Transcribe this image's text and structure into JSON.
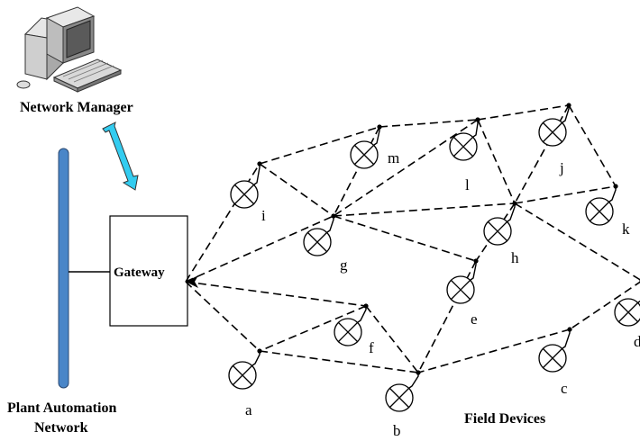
{
  "labels": {
    "network_manager": "Network Manager",
    "gateway": "Gateway",
    "plant_automation_line1": "Plant Automation",
    "plant_automation_line2": "Network",
    "field_devices": "Field Devices"
  },
  "devices": [
    {
      "id": "a",
      "label": "a"
    },
    {
      "id": "b",
      "label": "b"
    },
    {
      "id": "c",
      "label": "c"
    },
    {
      "id": "d",
      "label": "d"
    },
    {
      "id": "e",
      "label": "e"
    },
    {
      "id": "f",
      "label": "f"
    },
    {
      "id": "g",
      "label": "g"
    },
    {
      "id": "h",
      "label": "h"
    },
    {
      "id": "i",
      "label": "i"
    },
    {
      "id": "j",
      "label": "j"
    },
    {
      "id": "k",
      "label": "k"
    },
    {
      "id": "l",
      "label": "l"
    },
    {
      "id": "m",
      "label": "m"
    }
  ],
  "links": [
    [
      "gateway",
      "i"
    ],
    [
      "gateway",
      "g"
    ],
    [
      "gateway",
      "f"
    ],
    [
      "gateway",
      "a"
    ],
    [
      "i",
      "m"
    ],
    [
      "i",
      "g"
    ],
    [
      "m",
      "l"
    ],
    [
      "m",
      "g"
    ],
    [
      "l",
      "j"
    ],
    [
      "l",
      "g"
    ],
    [
      "l",
      "h"
    ],
    [
      "g",
      "h"
    ],
    [
      "g",
      "e"
    ],
    [
      "j",
      "h"
    ],
    [
      "j",
      "k"
    ],
    [
      "h",
      "k"
    ],
    [
      "h",
      "e"
    ],
    [
      "h",
      "d"
    ],
    [
      "e",
      "b"
    ],
    [
      "d",
      "c"
    ],
    [
      "c",
      "b"
    ],
    [
      "f",
      "a"
    ],
    [
      "f",
      "b"
    ],
    [
      "a",
      "b"
    ]
  ],
  "colors": {
    "bus_fill": "#4a86c8",
    "arrow_fill": "#33ccf0"
  }
}
